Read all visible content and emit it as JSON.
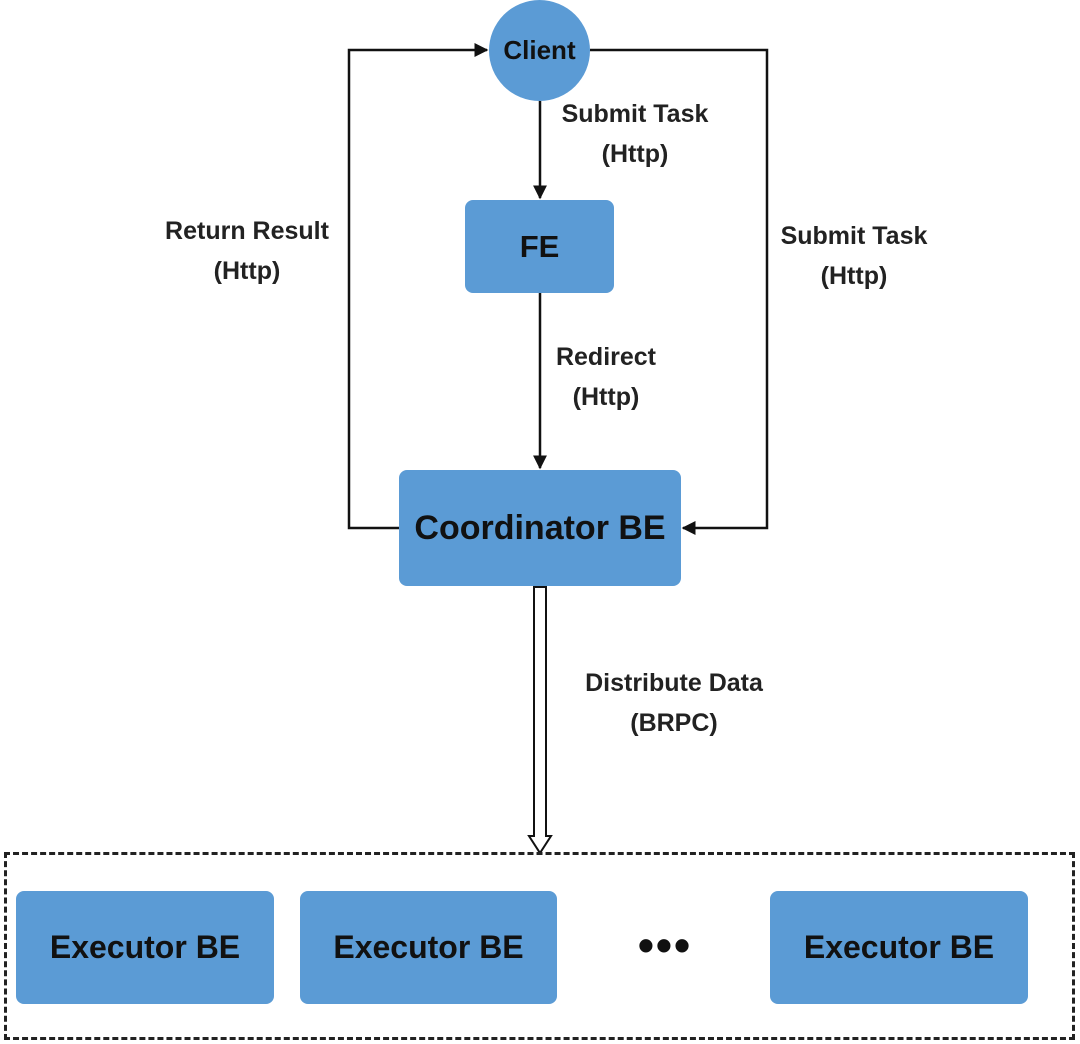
{
  "nodes": {
    "client": "Client",
    "fe": "FE",
    "coordinator": "Coordinator BE",
    "executors": [
      "Executor BE",
      "Executor BE",
      "Executor BE"
    ],
    "ellipsis": "•••"
  },
  "edges": {
    "client_to_fe": {
      "line1": "Submit Task",
      "line2": "(Http)"
    },
    "client_to_coordinator": {
      "line1": "Submit Task",
      "line2": "(Http)"
    },
    "coordinator_to_client": {
      "line1": "Return Result",
      "line2": "(Http)"
    },
    "fe_to_coordinator": {
      "line1": "Redirect",
      "line2": "(Http)"
    },
    "coordinator_to_executors": {
      "line1": "Distribute Data",
      "line2": "(BRPC)"
    }
  },
  "colors": {
    "node_fill": "#5b9bd5",
    "line": "#111111",
    "text": "#111111"
  }
}
